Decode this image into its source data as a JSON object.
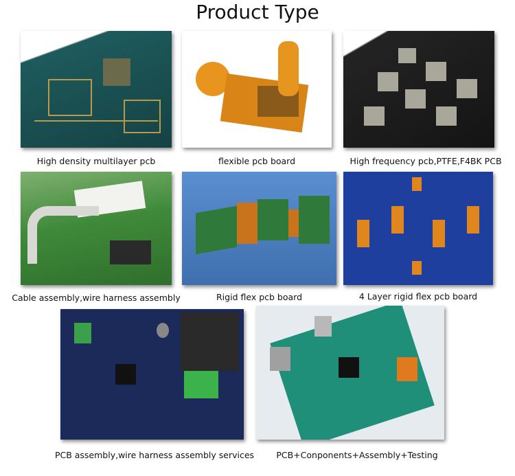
{
  "title": "Product Type",
  "products": [
    {
      "caption": "High density multilayer pcb",
      "image": "high-density-pcb-photo",
      "color": "#1d4f52"
    },
    {
      "caption": "flexible pcb board",
      "image": "flexible-pcb-photo",
      "color": "#e08a1c"
    },
    {
      "caption": "High frequency pcb,PTFE,F4BK PCB",
      "image": "high-frequency-pcb-photo",
      "color": "#1a1a1a"
    },
    {
      "caption": "Cable assembly,wire harness assembly",
      "image": "cable-assembly-photo",
      "color": "#3f8a3a"
    },
    {
      "caption": "Rigid flex pcb board",
      "image": "rigid-flex-pcb-photo",
      "color": "#4a7bbd"
    },
    {
      "caption": "4 Layer rigid flex pcb board",
      "image": "4-layer-rigid-flex-photo",
      "color": "#1f3f9e"
    },
    {
      "caption": "PCB assembly,wire harness assembly services",
      "image": "pcb-assembly-photo",
      "color": "#1c2a5a"
    },
    {
      "caption": "PCB+Conponents+Assembly+Testing",
      "image": "pcb-components-testing-photo",
      "color": "#1f8f7a"
    }
  ]
}
